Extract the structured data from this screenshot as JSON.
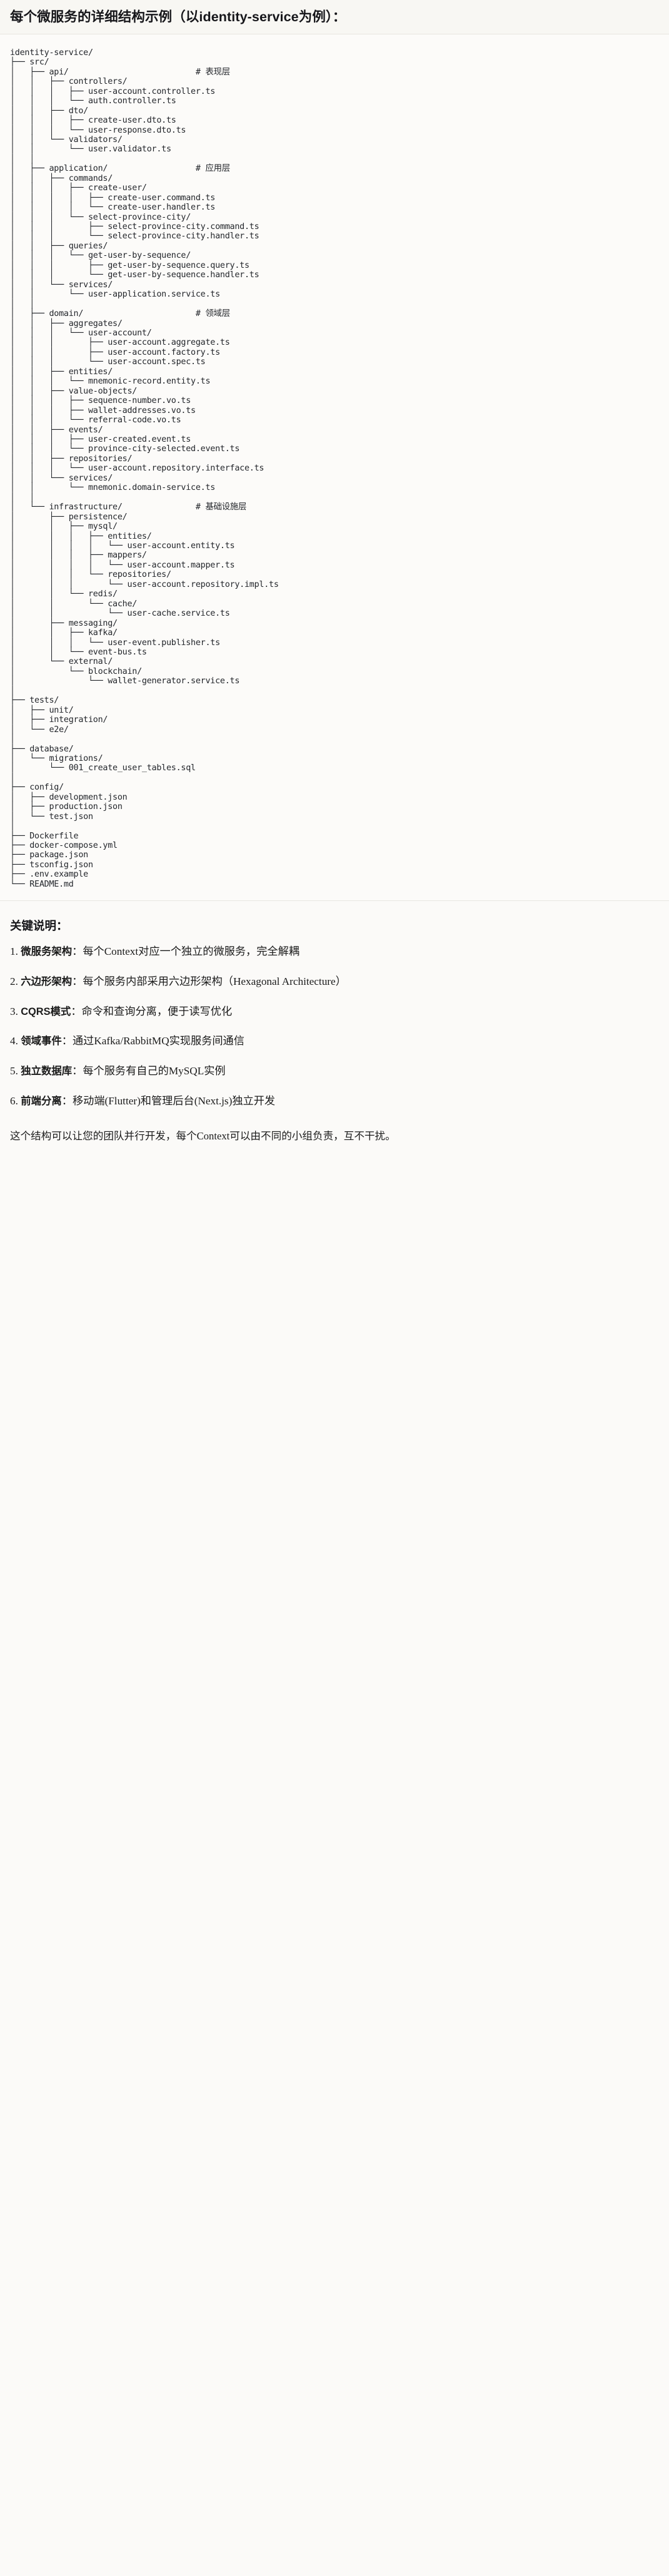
{
  "header": {
    "title": "每个微服务的详细结构示例（以identity-service为例）："
  },
  "tree": {
    "text": "identity-service/\n├── src/\n│   ├── api/                          # 表现层\n│   │   ├── controllers/\n│   │   │   ├── user-account.controller.ts\n│   │   │   └── auth.controller.ts\n│   │   ├── dto/\n│   │   │   ├── create-user.dto.ts\n│   │   │   └── user-response.dto.ts\n│   │   └── validators/\n│   │       └── user.validator.ts\n│   │\n│   ├── application/                  # 应用层\n│   │   ├── commands/\n│   │   │   ├── create-user/\n│   │   │   │   ├── create-user.command.ts\n│   │   │   │   └── create-user.handler.ts\n│   │   │   └── select-province-city/\n│   │   │       ├── select-province-city.command.ts\n│   │   │       └── select-province-city.handler.ts\n│   │   ├── queries/\n│   │   │   └── get-user-by-sequence/\n│   │   │       ├── get-user-by-sequence.query.ts\n│   │   │       └── get-user-by-sequence.handler.ts\n│   │   └── services/\n│   │       └── user-application.service.ts\n│   │\n│   ├── domain/                       # 领域层\n│   │   ├── aggregates/\n│   │   │   └── user-account/\n│   │   │       ├── user-account.aggregate.ts\n│   │   │       ├── user-account.factory.ts\n│   │   │       └── user-account.spec.ts\n│   │   ├── entities/\n│   │   │   └── mnemonic-record.entity.ts\n│   │   ├── value-objects/\n│   │   │   ├── sequence-number.vo.ts\n│   │   │   ├── wallet-addresses.vo.ts\n│   │   │   └── referral-code.vo.ts\n│   │   ├── events/\n│   │   │   ├── user-created.event.ts\n│   │   │   └── province-city-selected.event.ts\n│   │   ├── repositories/\n│   │   │   └── user-account.repository.interface.ts\n│   │   └── services/\n│   │       └── mnemonic.domain-service.ts\n│   │\n│   └── infrastructure/               # 基础设施层\n│       ├── persistence/\n│       │   ├── mysql/\n│       │   │   ├── entities/\n│       │   │   │   └── user-account.entity.ts\n│       │   │   ├── mappers/\n│       │   │   │   └── user-account.mapper.ts\n│       │   │   └── repositories/\n│       │   │       └── user-account.repository.impl.ts\n│       │   └── redis/\n│       │       └── cache/\n│       │           └── user-cache.service.ts\n│       ├── messaging/\n│       │   ├── kafka/\n│       │   │   └── user-event.publisher.ts\n│       │   └── event-bus.ts\n│       └── external/\n│           └── blockchain/\n│               └── wallet-generator.service.ts\n│\n├── tests/\n│   ├── unit/\n│   ├── integration/\n│   └── e2e/\n│\n├── database/\n│   └── migrations/\n│       └── 001_create_user_tables.sql\n│\n├── config/\n│   ├── development.json\n│   ├── production.json\n│   └── test.json\n│\n├── Dockerfile\n├── docker-compose.yml\n├── package.json\n├── tsconfig.json\n├── .env.example\n└── README.md"
  },
  "keys": {
    "heading": "关键说明：",
    "separator": "：",
    "items": [
      {
        "label": "微服务架构",
        "text": "每个Context对应一个独立的微服务，完全解耦"
      },
      {
        "label": "六边形架构",
        "text": "每个服务内部采用六边形架构（Hexagonal Architecture）"
      },
      {
        "label": "CQRS模式",
        "text": "命令和查询分离，便于读写优化"
      },
      {
        "label": "领域事件",
        "text": "通过Kafka/RabbitMQ实现服务间通信"
      },
      {
        "label": "独立数据库",
        "text": "每个服务有自己的MySQL实例"
      },
      {
        "label": "前端分离",
        "text": "移动端(Flutter)和管理后台(Next.js)独立开发"
      }
    ],
    "closing": "这个结构可以让您的团队并行开发，每个Context可以由不同的小组负责，互不干扰。"
  }
}
